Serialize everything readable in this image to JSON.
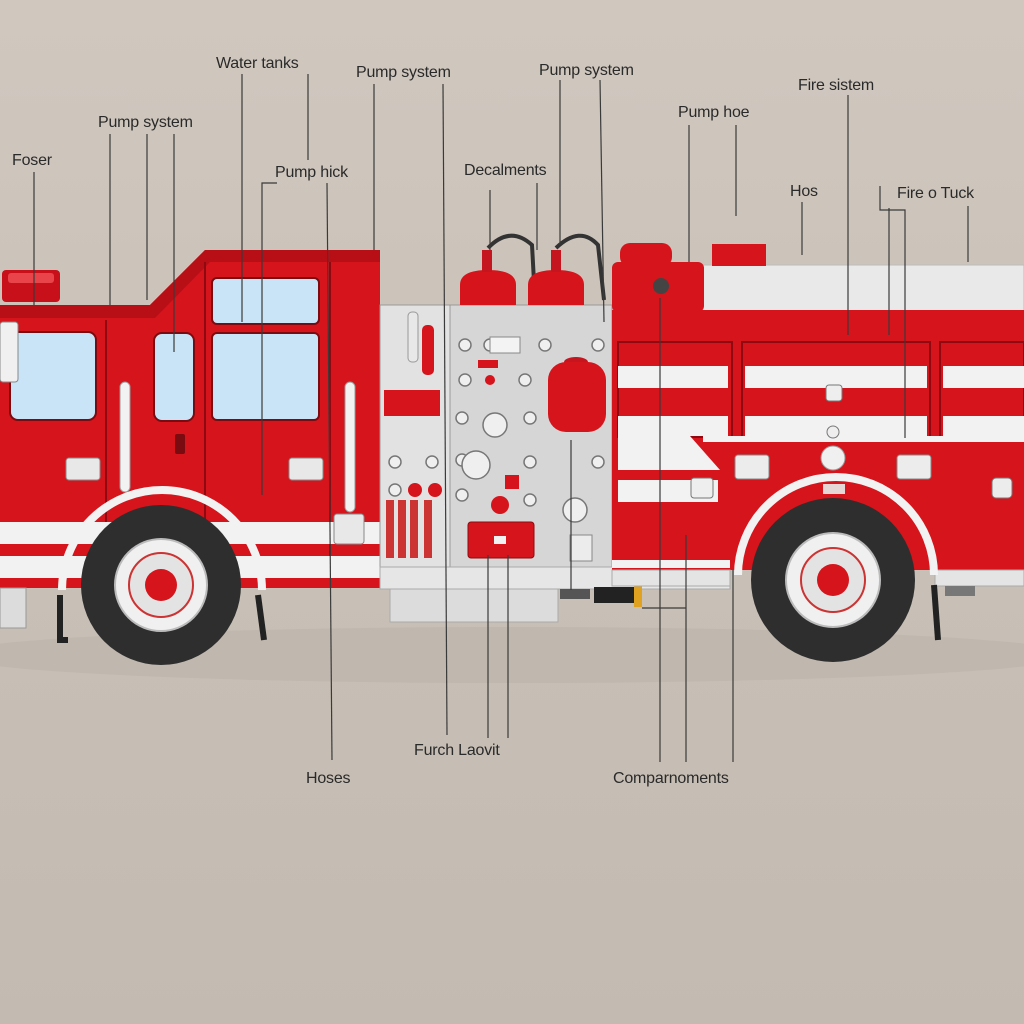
{
  "colors": {
    "background": "#cbc3b9",
    "truck_red": "#d5141c",
    "stripe_white": "#f2f2f2",
    "glass": "#c9e4f6",
    "panel_gray": "#d9d9d9",
    "tire": "#2e2e2e"
  },
  "labels": [
    {
      "id": "water-tanks",
      "text": "Water tanks"
    },
    {
      "id": "pump-system-1",
      "text": "Pump system"
    },
    {
      "id": "pump-system-2",
      "text": "Pump system"
    },
    {
      "id": "pump-system-3",
      "text": "Pump system"
    },
    {
      "id": "foser",
      "text": "Foser"
    },
    {
      "id": "pump-hick",
      "text": "Pump hick"
    },
    {
      "id": "decalments",
      "text": "Decalments"
    },
    {
      "id": "pump-hoe",
      "text": "Pump hoe"
    },
    {
      "id": "fire-sistem",
      "text": "Fire sistem"
    },
    {
      "id": "hos",
      "text": "Hos"
    },
    {
      "id": "fire-truck",
      "text": "Fire o Tuck"
    },
    {
      "id": "hoses",
      "text": "Hoses"
    },
    {
      "id": "furch-laovit",
      "text": "Furch Laovit"
    },
    {
      "id": "compartments",
      "text": "Comparnoments"
    }
  ]
}
